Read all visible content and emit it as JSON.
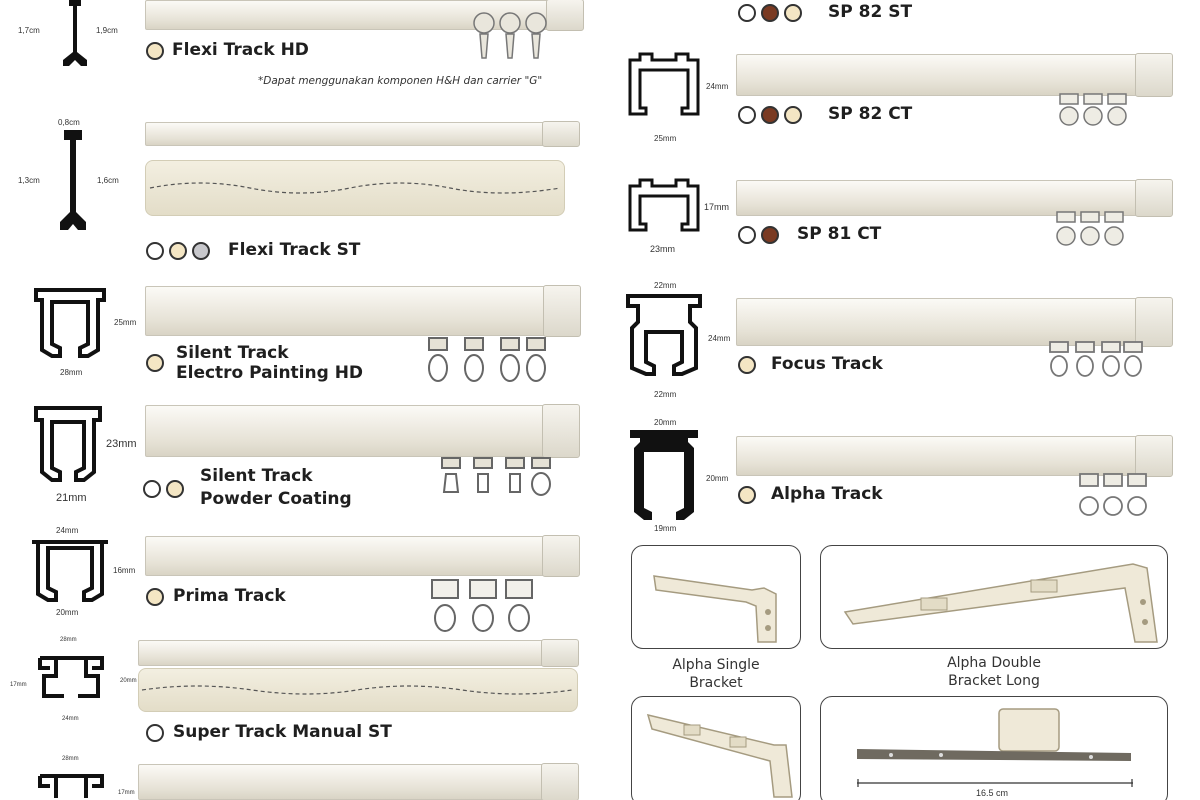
{
  "colors": {
    "white": "#ffffff",
    "brown": "#7a3a22",
    "cream": "#f4e6c4",
    "grey": "#c8c8cc"
  },
  "left_column": [
    {
      "name": "Flexi Track HD",
      "swatches": [
        "cream"
      ],
      "dims": [
        "1,7cm",
        "1,9cm"
      ],
      "note": "*Dapat menggunakan komponen H&H dan carrier \"G\""
    },
    {
      "name": "Flexi Track ST",
      "swatches": [
        "white",
        "cream",
        "grey"
      ],
      "dims": [
        "0,8cm",
        "1,3cm",
        "1,6cm"
      ]
    },
    {
      "name_line1": "Silent Track",
      "name_line2": "Electro Painting HD",
      "swatches": [
        "cream"
      ],
      "dims": [
        "25mm",
        "28mm"
      ]
    },
    {
      "name_line1": "Silent Track",
      "name_line2": "Powder Coating",
      "swatches": [
        "white",
        "cream"
      ],
      "dims": [
        "23mm",
        "21mm"
      ]
    },
    {
      "name": "Prima Track",
      "swatches": [
        "cream"
      ],
      "dims": [
        "24mm",
        "16mm",
        "20mm"
      ]
    },
    {
      "name": "Super Track Manual ST",
      "swatches": [
        "white"
      ],
      "dims": [
        "28mm",
        "17mm",
        "20mm",
        "24mm"
      ]
    },
    {
      "dims": [
        "28mm",
        "17mm"
      ]
    }
  ],
  "right_column": [
    {
      "name": "SP 82 ST",
      "swatches": [
        "white",
        "brown",
        "cream"
      ]
    },
    {
      "name": "SP 82 CT",
      "swatches": [
        "white",
        "brown",
        "cream"
      ],
      "dims": [
        "24mm",
        "25mm"
      ]
    },
    {
      "name": "SP 81 CT",
      "swatches": [
        "white",
        "brown"
      ],
      "dims": [
        "17mm",
        "23mm"
      ]
    },
    {
      "name": "Focus Track",
      "swatches": [
        "cream"
      ],
      "dims": [
        "22mm",
        "24mm",
        "22mm"
      ]
    },
    {
      "name": "Alpha Track",
      "swatches": [
        "cream"
      ],
      "dims": [
        "20mm",
        "20mm",
        "19mm"
      ]
    }
  ],
  "brackets": [
    {
      "caption_line1": "Alpha Single",
      "caption_line2": "Bracket"
    },
    {
      "caption_line1": "Alpha Double",
      "caption_line2": "Bracket Long"
    },
    {
      "caption": ""
    },
    {
      "measure": "16.5 cm"
    }
  ]
}
